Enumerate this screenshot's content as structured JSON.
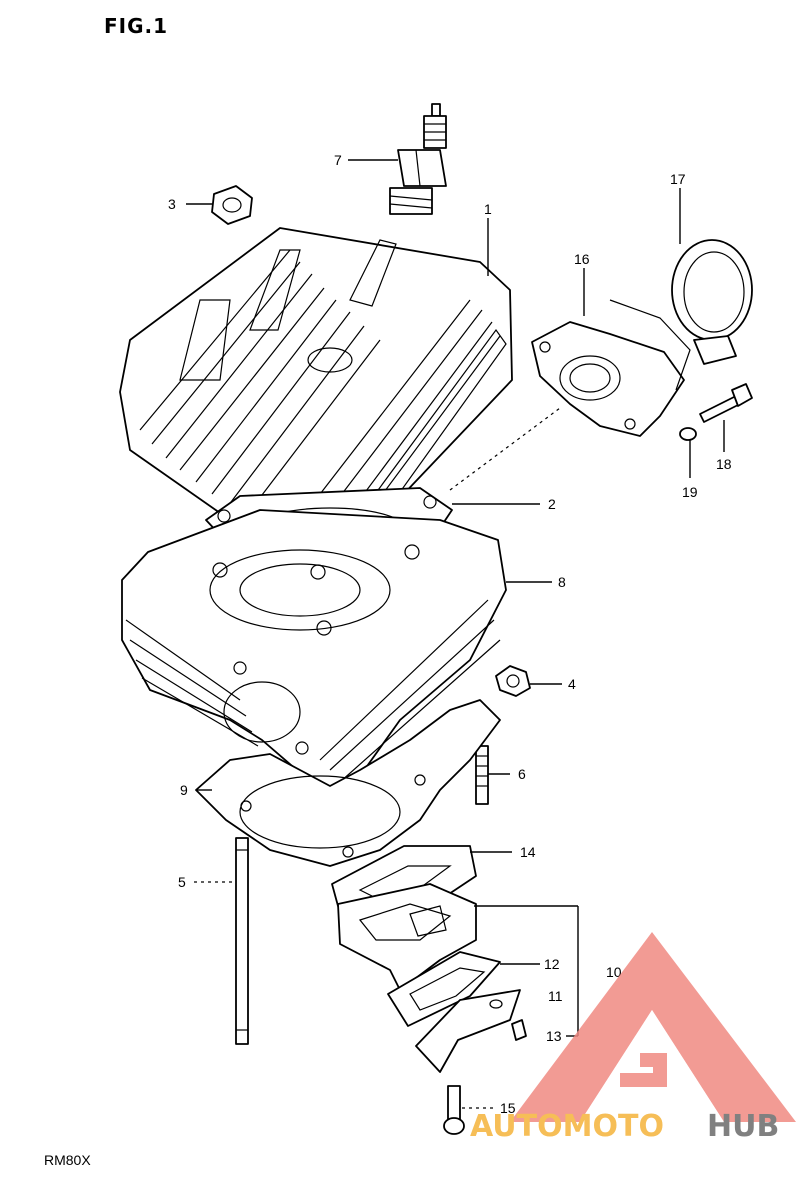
{
  "figure": {
    "title": "FIG.1",
    "model": "RM80X"
  },
  "callouts": [
    {
      "id": "c1",
      "label": "1"
    },
    {
      "id": "c2",
      "label": "2"
    },
    {
      "id": "c3",
      "label": "3"
    },
    {
      "id": "c4",
      "label": "4"
    },
    {
      "id": "c5",
      "label": "5"
    },
    {
      "id": "c6",
      "label": "6"
    },
    {
      "id": "c7",
      "label": "7"
    },
    {
      "id": "c8",
      "label": "8"
    },
    {
      "id": "c9",
      "label": "9"
    },
    {
      "id": "c10",
      "label": "10"
    },
    {
      "id": "c11",
      "label": "11"
    },
    {
      "id": "c12",
      "label": "12"
    },
    {
      "id": "c13",
      "label": "13"
    },
    {
      "id": "c14",
      "label": "14"
    },
    {
      "id": "c15",
      "label": "15"
    },
    {
      "id": "c16",
      "label": "16"
    },
    {
      "id": "c17",
      "label": "17"
    },
    {
      "id": "c18",
      "label": "18"
    },
    {
      "id": "c19",
      "label": "19"
    }
  ],
  "watermark": {
    "word_part1": "AUTOMOTO",
    "word_part2": "HUB",
    "color_primary": "#f08a82",
    "color_secondary": "#f5b33a",
    "color_dark": "#6b6b6b"
  }
}
